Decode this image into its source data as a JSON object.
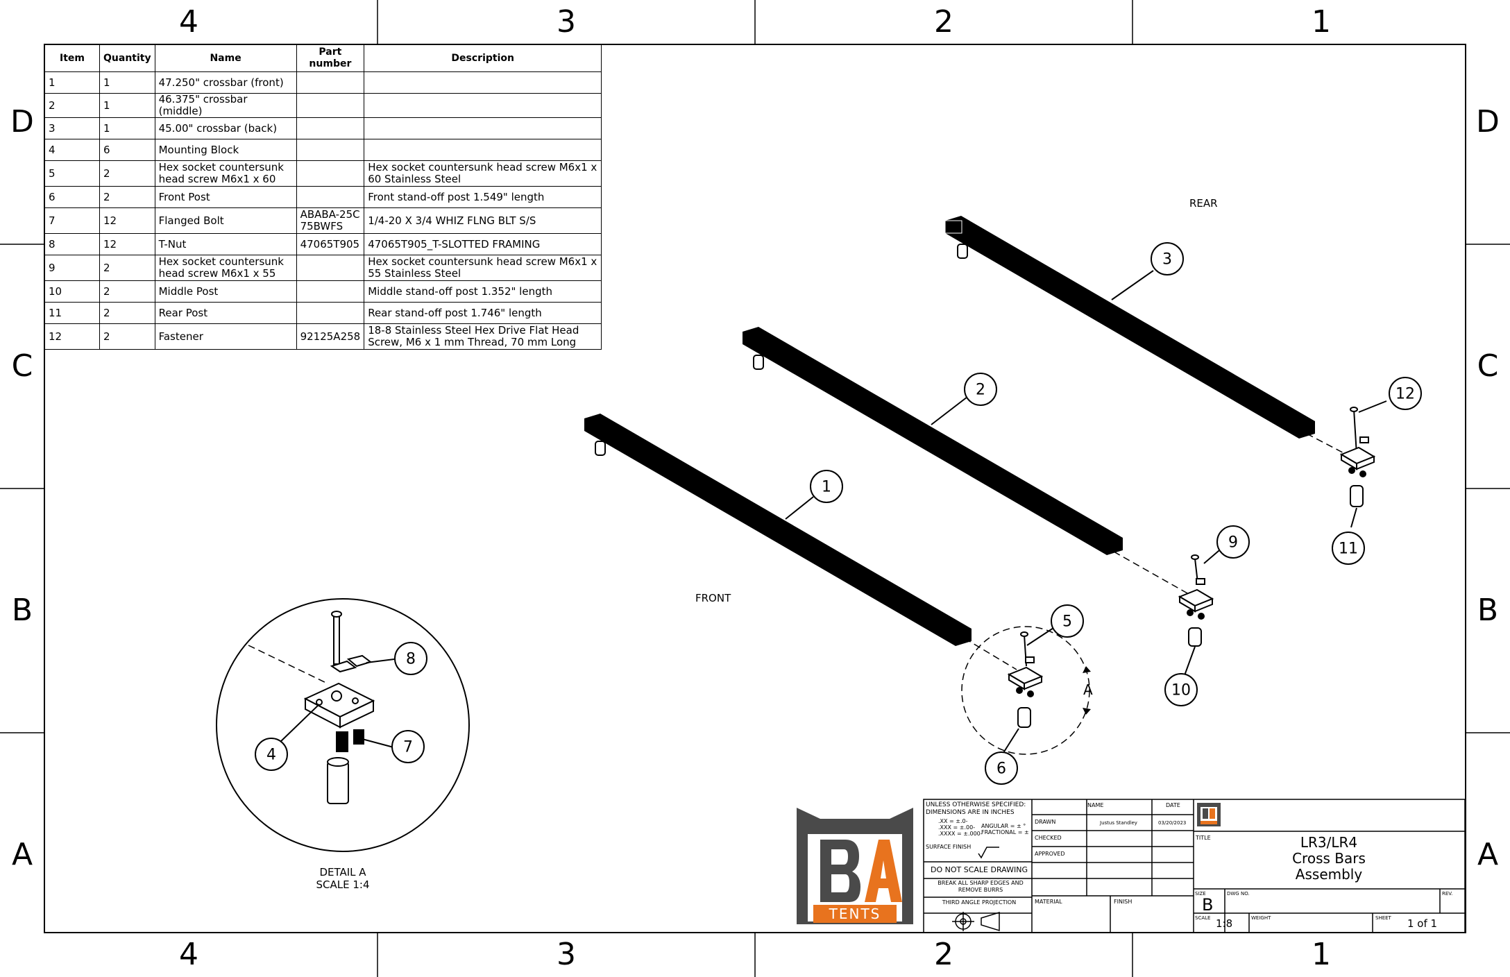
{
  "zones": {
    "columns": [
      "4",
      "3",
      "2",
      "1"
    ],
    "rows": [
      "D",
      "C",
      "B",
      "A"
    ]
  },
  "bom": {
    "headers": [
      "Item",
      "Quantity",
      "Name",
      "Part number",
      "Description"
    ],
    "rows": [
      [
        "1",
        "1",
        "47.250\" crossbar (front)",
        "",
        ""
      ],
      [
        "2",
        "1",
        "46.375\" crossbar (middle)",
        "",
        ""
      ],
      [
        "3",
        "1",
        "45.00\" crossbar (back)",
        "",
        ""
      ],
      [
        "4",
        "6",
        "Mounting Block",
        "",
        ""
      ],
      [
        "5",
        "2",
        "Hex socket countersunk head screw M6x1 x 60",
        "",
        "Hex socket countersunk head screw M6x1 x 60 Stainless Steel"
      ],
      [
        "6",
        "2",
        "Front Post",
        "",
        "Front stand-off post 1.549\" length"
      ],
      [
        "7",
        "12",
        "Flanged Bolt",
        "ABABA-25C 75BWFS",
        "1/4-20 X 3/4 WHIZ FLNG BLT S/S"
      ],
      [
        "8",
        "12",
        "T-Nut",
        "47065T905",
        "47065T905_T-SLOTTED FRAMING"
      ],
      [
        "9",
        "2",
        "Hex socket countersunk head screw M6x1 x 55",
        "",
        "Hex socket countersunk head screw M6x1 x 55 Stainless Steel"
      ],
      [
        "10",
        "2",
        "Middle Post",
        "",
        "Middle stand-off post 1.352\" length"
      ],
      [
        "11",
        "2",
        "Rear Post",
        "",
        "Rear stand-off post 1.746\" length"
      ],
      [
        "12",
        "2",
        "Fastener",
        "92125A258",
        "18-8 Stainless Steel Hex Drive Flat Head Screw, M6 x 1 mm Thread, 70 mm Long"
      ]
    ]
  },
  "labels": {
    "rear": "REAR",
    "front": "FRONT",
    "detail_title": "DETAIL A",
    "detail_scale": "SCALE 1:4",
    "detail_callout": "A"
  },
  "balloons": [
    "1",
    "2",
    "3",
    "4",
    "5",
    "6",
    "7",
    "8",
    "9",
    "10",
    "11",
    "12"
  ],
  "logo": {
    "letters": "BA",
    "word": "TENTS",
    "color_dark": "#4a4a4a",
    "color_accent": "#e8731e"
  },
  "titleblock": {
    "notes": {
      "line1": "UNLESS OTHERWISE SPECIFIED:",
      "line2": "DIMENSIONS ARE IN INCHES",
      "tol1": ".XX = ±.0-",
      "tol2": ".XXX = ±.00-",
      "tol3": ".XXXX = ±.000-",
      "angular": "ANGULAR = ± °",
      "fractional": "FRACTIONAL = ±",
      "surface_finish": "SURFACE FINISH",
      "do_not_scale": "DO NOT SCALE DRAWING",
      "break_edges": "BREAK ALL SHARP EDGES AND REMOVE BURRS",
      "projection": "THIRD ANGLE PROJECTION"
    },
    "name_header": "NAME",
    "date_header": "DATE",
    "drawn_label": "DRAWN",
    "drawn_name": "Justus Standley",
    "drawn_date": "03/20/2023",
    "checked_label": "CHECKED",
    "approved_label": "APPROVED",
    "material_label": "MATERIAL",
    "finish_label": "FINISH",
    "title_label": "TITLE",
    "title_lines": [
      "LR3/LR4",
      "Cross Bars",
      "Assembly"
    ],
    "size_label": "SIZE",
    "size_value": "B",
    "dwg_label": "DWG NO.",
    "rev_label": "REV.",
    "scale_label": "SCALE",
    "scale_value": "1:8",
    "weight_label": "WEIGHT",
    "sheet_label": "SHEET",
    "sheet_value": "1 of 1"
  },
  "colors": {
    "ink": "#000000",
    "logo_gray": "#4a4a4a",
    "logo_orange": "#e8731e"
  }
}
